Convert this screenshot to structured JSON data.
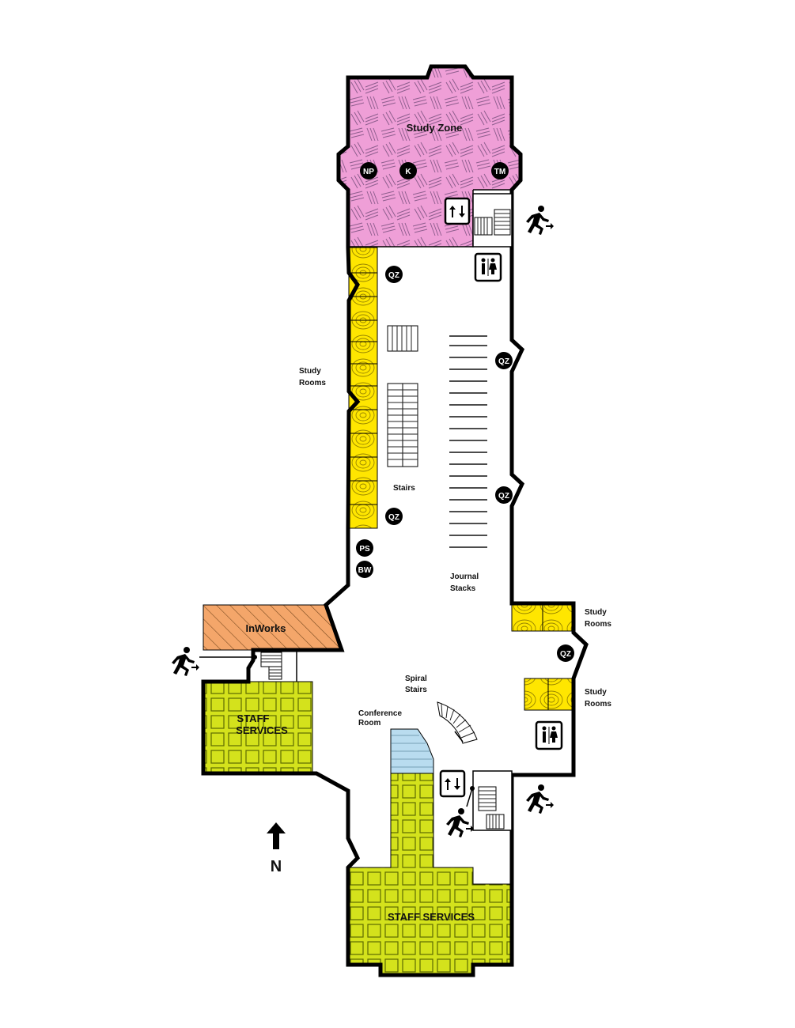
{
  "map": {
    "zones": {
      "study_zone": "Study Zone",
      "study_rooms_west": [
        "Study",
        "Rooms"
      ],
      "study_rooms_east_north": [
        "Study",
        "Rooms"
      ],
      "study_rooms_east_south": [
        "Study",
        "Rooms"
      ],
      "inworks": "InWorks",
      "staff_services_west": [
        "STAFF",
        "SERVICES"
      ],
      "staff_services_south": "STAFF SERVICES",
      "conference_room": [
        "Conference",
        "Room"
      ],
      "spiral_stairs": [
        "Spiral",
        "Stairs"
      ],
      "stairs": "Stairs",
      "journal_stacks": [
        "Journal",
        "Stacks"
      ]
    },
    "badges": {
      "np": "NP",
      "k": "K",
      "tm": "TM",
      "qz": "QZ",
      "ps": "PS",
      "bw": "BW"
    },
    "compass": "N",
    "colors": {
      "study_zone": "#ef9fd7",
      "study_rooms": "#ffe600",
      "inworks": "#f4a66a",
      "staff_services": "#d4e21c",
      "conference_room": "#b9dcef",
      "badge": "#000000",
      "wall": "#000000"
    },
    "icons": [
      "elevator-icon",
      "restroom-icon",
      "emergency-exit-icon",
      "north-arrow-icon"
    ]
  }
}
